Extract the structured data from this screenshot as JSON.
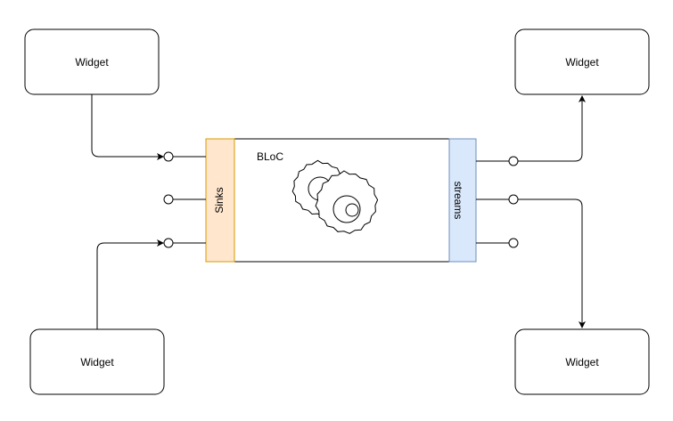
{
  "widgets": {
    "top_left": "Widget",
    "top_right": "Widget",
    "bottom_left": "Widget",
    "bottom_right": "Widget"
  },
  "bloc": {
    "title": "BLoC",
    "sinks_label": "Sinks",
    "streams_label": "streams",
    "icon": "gears-icon"
  },
  "colors": {
    "sinks_fill": "#ffe6cc",
    "sinks_stroke": "#d79b00",
    "streams_fill": "#dae8fc",
    "streams_stroke": "#6c8ebf",
    "line": "#000000"
  }
}
